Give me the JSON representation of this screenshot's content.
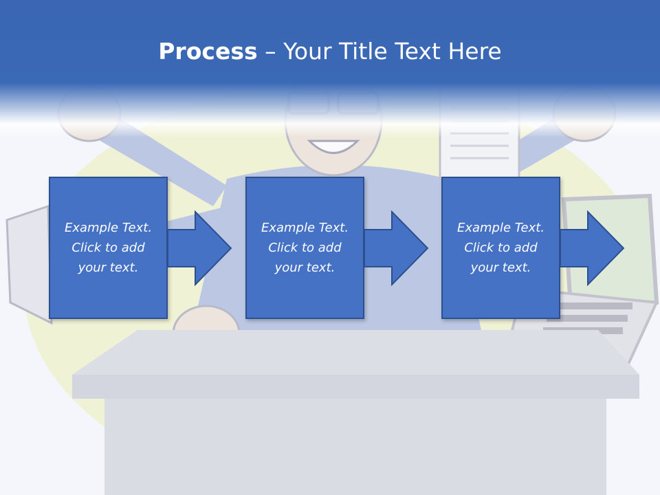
{
  "slide": {
    "title_bold": "Process",
    "title_rest": " – Your Title Text Here",
    "steps": [
      {
        "text": "Example Text.\nClick  to add\nyour text."
      },
      {
        "text": "Example Text.\nClick  to add\nyour text."
      },
      {
        "text": "Example Text.\nClick  to add\nyour text."
      }
    ]
  },
  "colors": {
    "header": "#3a66b3",
    "step_fill": "#4572c4",
    "step_border": "#2d4f8e",
    "title_text": "#ffffff",
    "step_text": "#ffffff"
  },
  "icons": {
    "background": "businessman-at-desk-illustration",
    "arrows": "right-arrow-icon"
  }
}
